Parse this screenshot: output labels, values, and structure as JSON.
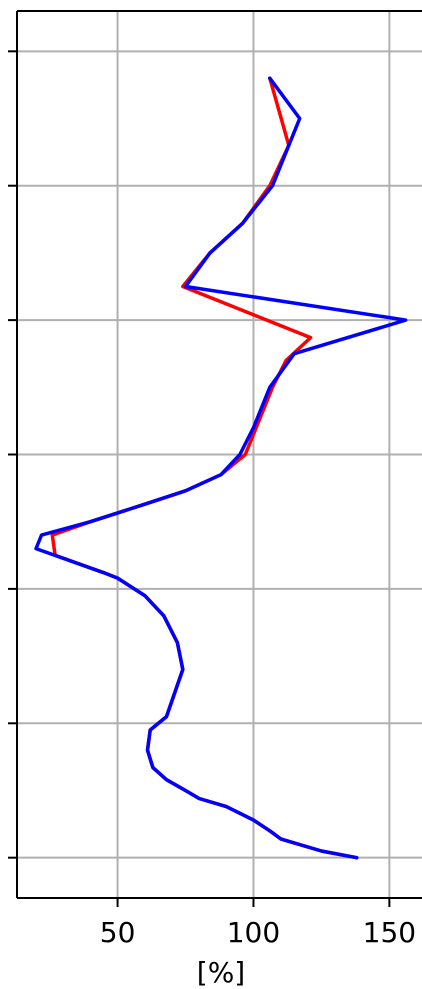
{
  "chart_data": {
    "type": "line",
    "title": "",
    "xlabel": "[%]",
    "ylabel": "",
    "xlim": [
      13,
      162
    ],
    "ylim": [
      0.7,
      7.3
    ],
    "xticks": [
      50,
      100,
      150
    ],
    "xtick_labels": [
      "50",
      "100",
      "150"
    ],
    "yticks": [
      1,
      2,
      3,
      4,
      5,
      6,
      7
    ],
    "ytick_labels": [
      "",
      "",
      "",
      "",
      "",
      "",
      ""
    ],
    "grid": true,
    "legend": "none",
    "series": [
      {
        "color": "#ff0000",
        "points": [
          [
            138,
            1.0
          ],
          [
            125,
            1.05
          ],
          [
            110,
            1.14
          ],
          [
            106,
            1.2
          ],
          [
            100,
            1.28
          ],
          [
            90,
            1.38
          ],
          [
            80,
            1.44
          ],
          [
            75,
            1.5
          ],
          [
            68,
            1.58
          ],
          [
            63,
            1.67
          ],
          [
            61,
            1.8
          ],
          [
            62,
            1.95
          ],
          [
            68,
            2.05
          ],
          [
            74,
            2.4
          ],
          [
            72,
            2.6
          ],
          [
            67,
            2.8
          ],
          [
            60,
            2.95
          ],
          [
            50,
            3.08
          ],
          [
            45,
            3.12
          ],
          [
            27,
            3.25
          ],
          [
            26,
            3.4
          ],
          [
            40,
            3.5
          ],
          [
            60,
            3.63
          ],
          [
            75,
            3.73
          ],
          [
            88,
            3.85
          ],
          [
            97,
            4.0
          ],
          [
            101,
            4.2
          ],
          [
            107,
            4.5
          ],
          [
            112,
            4.7
          ],
          [
            121,
            4.87
          ],
          [
            74,
            5.25
          ],
          [
            84,
            5.5
          ],
          [
            96,
            5.72
          ],
          [
            106,
            6.0
          ],
          [
            113,
            6.3
          ],
          [
            106,
            6.8
          ]
        ]
      },
      {
        "color": "#0000ff",
        "points": [
          [
            138,
            1.0
          ],
          [
            125,
            1.05
          ],
          [
            110,
            1.14
          ],
          [
            106,
            1.2
          ],
          [
            100,
            1.28
          ],
          [
            90,
            1.38
          ],
          [
            80,
            1.44
          ],
          [
            75,
            1.5
          ],
          [
            68,
            1.58
          ],
          [
            63,
            1.67
          ],
          [
            61,
            1.8
          ],
          [
            62,
            1.95
          ],
          [
            68,
            2.05
          ],
          [
            74,
            2.4
          ],
          [
            72,
            2.6
          ],
          [
            67,
            2.8
          ],
          [
            60,
            2.95
          ],
          [
            50,
            3.08
          ],
          [
            45,
            3.12
          ],
          [
            20,
            3.3
          ],
          [
            22,
            3.4
          ],
          [
            40,
            3.5
          ],
          [
            60,
            3.63
          ],
          [
            75,
            3.73
          ],
          [
            88,
            3.85
          ],
          [
            95,
            4.0
          ],
          [
            100,
            4.2
          ],
          [
            106,
            4.5
          ],
          [
            115,
            4.75
          ],
          [
            156,
            5.0
          ],
          [
            75,
            5.25
          ],
          [
            84,
            5.5
          ],
          [
            96,
            5.72
          ],
          [
            107,
            6.0
          ],
          [
            117,
            6.5
          ],
          [
            106,
            6.8
          ]
        ]
      }
    ]
  }
}
